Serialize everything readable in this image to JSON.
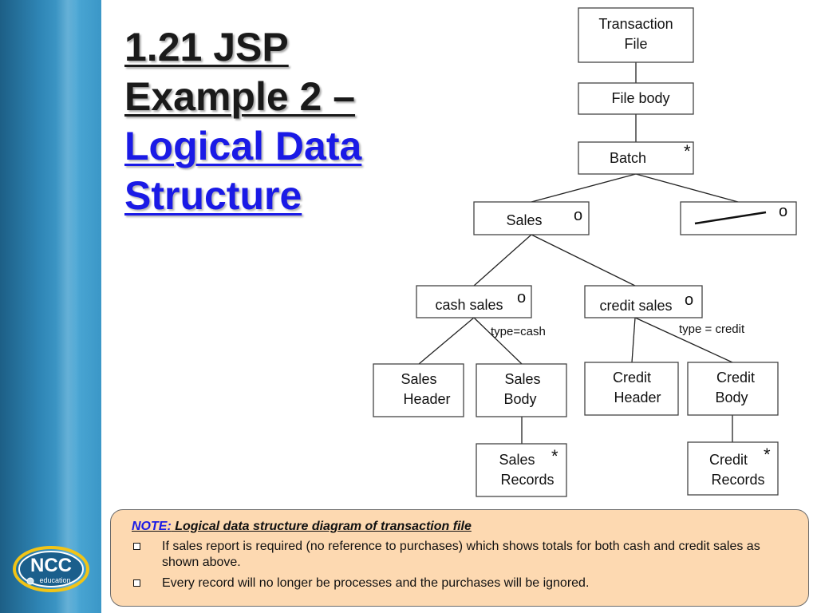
{
  "slide": {
    "title_line1": "1.21 JSP",
    "title_line2": "Example 2 –",
    "title_line3": "Logical Data",
    "title_line4": "Structure"
  },
  "logo": {
    "brand": "NCC",
    "sub": "education"
  },
  "diagram": {
    "transaction_file_line1": "Transaction",
    "transaction_file_line2": "File",
    "file_body": "File body",
    "batch": "Batch",
    "batch_marker": "*",
    "sales": "Sales",
    "sales_marker": "o",
    "null_marker": "o",
    "cash_sales": "cash sales",
    "cash_sales_marker": "o",
    "credit_sales": "credit sales",
    "credit_sales_marker": "o",
    "cash_condition": "type=cash",
    "credit_condition": "type = credit",
    "sales_header_line1": "Sales",
    "sales_header_line2": "Header",
    "sales_body_line1": "Sales",
    "sales_body_line2": "Body",
    "credit_header_line1": "Credit",
    "credit_header_line2": "Header",
    "credit_body_line1": "Credit",
    "credit_body_line2": "Body",
    "sales_records_line1": "Sales",
    "sales_records_line2": "Records",
    "sales_records_marker": "*",
    "credit_records_line1": "Credit",
    "credit_records_line2": "Records",
    "credit_records_marker": "*"
  },
  "note": {
    "label": "NOTE:",
    "heading": " Logical data structure diagram of transaction file",
    "bullets": [
      "If sales report is required (no reference to purchases) which shows totals for both cash and credit sales as shown above.",
      "Every record will no longer be processes and the purchases will be ignored."
    ]
  },
  "colors": {
    "sidebar": "#2f86b6",
    "title_blue": "#1a1ae6",
    "note_bg": "#fdd9b1",
    "logo_ring": "#f2c416"
  }
}
